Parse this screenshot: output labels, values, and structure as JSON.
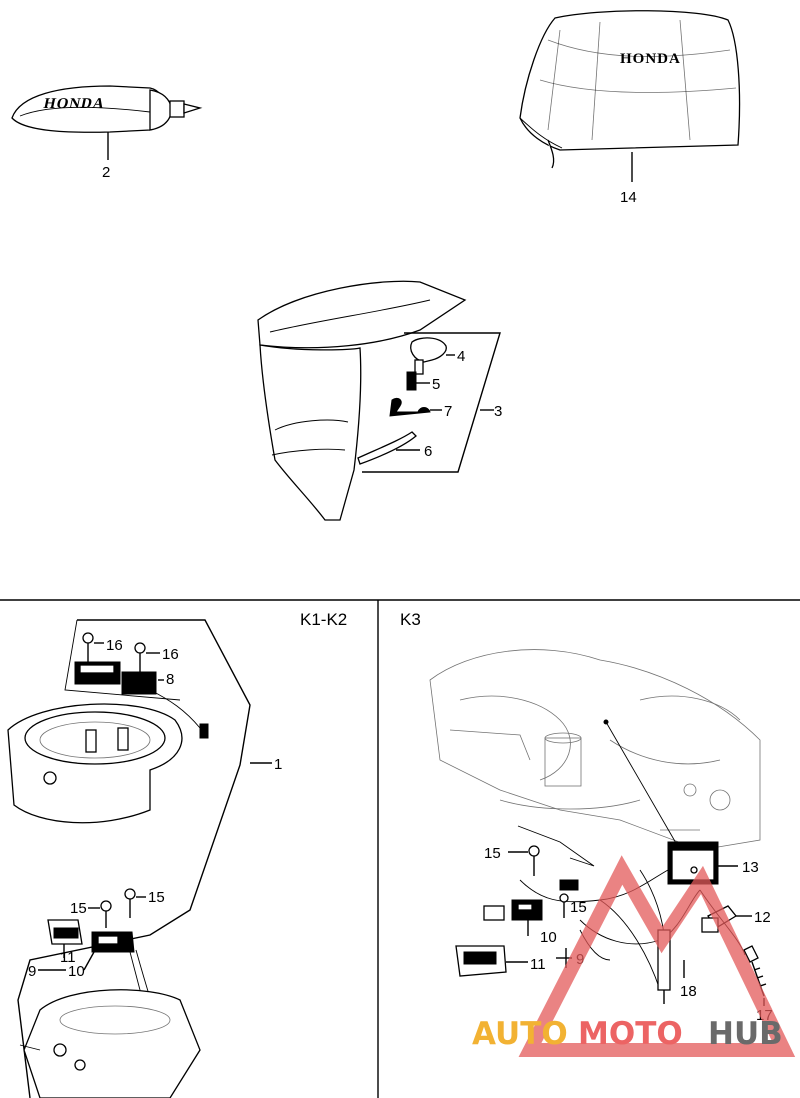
{
  "diagram": {
    "top_parts": {
      "tiller_grip": {
        "callout": "2",
        "logo": "HONDA"
      },
      "motor_cover": {
        "callout": "14",
        "logo": "HONDA"
      },
      "engine_cover": {
        "callouts": {
          "knob": "4",
          "spring": "5",
          "latch": "7",
          "group": "3",
          "seal": "6"
        }
      }
    },
    "sections": {
      "left": {
        "label": "K1-K2"
      },
      "right": {
        "label": "K3"
      }
    },
    "left_callouts": {
      "bolt_a": "16",
      "bolt_b": "16",
      "coil_unit": "8",
      "stator_base": "1",
      "bolt_c": "15",
      "bolt_d": "15",
      "module_11": "11",
      "module_10": "10",
      "module_9": "9"
    },
    "right_callouts": {
      "bolt_15a": "15",
      "bolt_15b": "15",
      "rectifier": "13",
      "coil_12": "12",
      "module_10": "10",
      "module_11": "11",
      "bracket_9": "9",
      "fuse_18": "18",
      "bolt_17": "17"
    },
    "watermark": {
      "part1": "AUTO",
      "part2": "MOTO",
      "part3": "HUB",
      "colors": {
        "auto": "#f2b233",
        "moto": "#ec6464",
        "hub": "#6a6a6a",
        "triangle": "#e35a5a"
      }
    }
  }
}
